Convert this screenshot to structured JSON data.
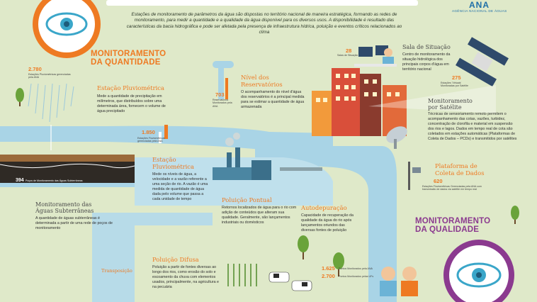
{
  "header": {
    "intro": "Estações de monitoramento de parâmetros da água são dispostas no território nacional de maneira estratégica, formando as redes de monitoramento, para medir a quantidade e a qualidade da água disponível para os diversos usos. A disponibilidade é resultado das características da bacia hidrográfica e pode ser afetada pela presença de infraestrutura hídrica, poluição e eventos críticos relacionados ao clima",
    "logo": "ANA",
    "logo_sub": "AGÊNCIA NACIONAL DE ÁGUAS"
  },
  "quantidade": {
    "title_line1": "MONITORAMENTO",
    "title_line2": "DA QUANTIDADE",
    "count": "2.780",
    "count_label": "Estações Pluviométricas gerenciadas pela ANA"
  },
  "pluviometrica": {
    "title": "Estação Pluviométrica",
    "text": "Mede a quantidade de precipitação em milímetros, que distribuídos sobre uma determinada área, fornecem o volume de água precipitado"
  },
  "reservatorios": {
    "title_line1": "Nível dos",
    "title_line2": "Reservatórios",
    "text": "O acompanhamento do nível d'água dos reservatórios é a principal medida para se estimar a quantidade de água armazenada",
    "count": "703",
    "count_label": "Reservatórios Monitorados pela ANA"
  },
  "sala": {
    "title": "Sala de Situação",
    "text": "Centro de monitoramento da situação hidrológica dos principais corpos d'água em território nacional",
    "count": "28",
    "count_label": "Salas de Situação"
  },
  "satelite": {
    "title_line1": "Monitoramento",
    "title_line2": "por Satélite",
    "text": "Técnicas de sensoriamento remoto permitem o acompanhamento das cotas, vazões, turbidez, concentração de clorofila e material em suspensão dos rios e lagos. Dados em tempo real de cota são coletados em estações automáticas (Plataformas de Coleta de Dados – PCDs) e transmitidos por satélites",
    "count": "275",
    "count_label": "Estações 'Virtuais' Monitoradas por Satélite"
  },
  "fluviometrica_count": {
    "count": "1.850",
    "count_label": "Estações Fluviométricas gerenciadas pela ANA"
  },
  "subterraneas_count": {
    "count": "394",
    "count_label": "Poços de Monitoramento das Águas Subterrâneas"
  },
  "fluviometrica": {
    "title_line1": "Estação",
    "title_line2": "Fluviométrica",
    "text": "Mede os níveis de água, a velocidade e a vazão referente a uma seção de rio. A vazão é uma medida de quantidade de água dada pelo volume que passa a cada unidade de tempo"
  },
  "poluicao_pontual": {
    "title": "Poluição Pontual",
    "text": "Retornos localizados de água para o rio com adição de conteúdos que alteram sua qualidade. Geralmente, são lançamentos industriais ou domésticos"
  },
  "autodepuracao": {
    "title": "Autodepuração",
    "text": "Capacidade de recuperação da qualidade da água do rio após lançamentos oriundos das diversas fontes de poluição"
  },
  "plataforma": {
    "title_line1": "Plataforma de",
    "title_line2": "Coleta de Dados",
    "count": "620",
    "count_label": "Estações Fluviométricas Gerenciadas pela ANA com transmissão de dados via satélite em tempo real"
  },
  "subterraneas": {
    "title_line1": "Monitoramento das",
    "title_line2": "Águas Subterrâneas",
    "text": "A quantidade de águas subterrâneas é determinada a partir de uma rede de poços de monitoramento"
  },
  "qualidade": {
    "title_line1": "MONITORAMENTO",
    "title_line2": "DA QUALIDADE",
    "count_a": "1.625",
    "count_a_label": "Pontos Monitorados pela ANA",
    "count_b": "2.700",
    "count_b_label": "Pontos Monitorados pelas UFs"
  },
  "difusa": {
    "title": "Poluição Difusa",
    "text": "Poluição a partir de fontes diversas ao longo dos rios, como erosão do solo e escoamento da chuva com elementos usados, principalmente, na agricultura e na pecuária"
  },
  "transposicao": {
    "label": "Transposição"
  },
  "colors": {
    "orange": "#ee7a22",
    "purple": "#8b3a8f",
    "water": "#a9d4e6",
    "background": "#dfe9c9"
  }
}
